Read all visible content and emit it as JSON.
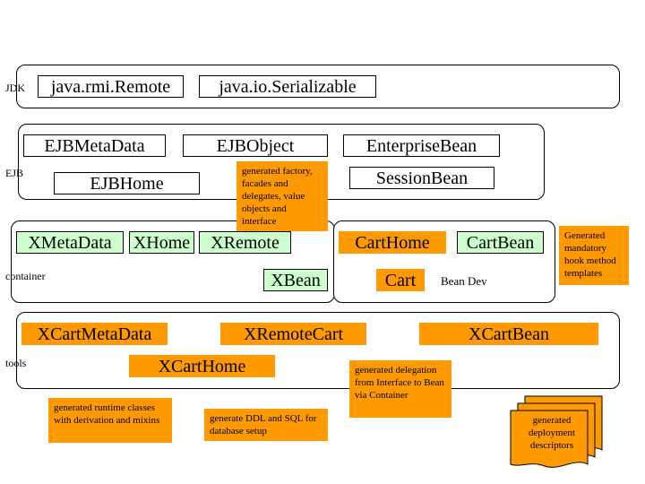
{
  "layers": {
    "jdk": {
      "label": "JDK",
      "items": [
        "java.rmi.Remote",
        "java.io.Serializable"
      ]
    },
    "ejb": {
      "label": "EJB",
      "items": [
        "EJBMetaData",
        "EJBObject",
        "EnterpriseBean",
        "EJBHome",
        "SessionBean"
      ]
    },
    "container": {
      "label": "container",
      "items": [
        "XMetaData",
        "XHome",
        "XRemote",
        "XBean"
      ]
    },
    "bean_dev": {
      "label": "Bean Dev",
      "items": [
        "CartHome",
        "CartBean",
        "Cart"
      ]
    },
    "tools": {
      "label": "tools",
      "items": [
        "XCartMetaData",
        "XRemoteCart",
        "XCartBean",
        "XCartHome"
      ]
    }
  },
  "notes": {
    "factory": "generated factory, facades and delegates, value objects and interface",
    "hooks": "Generated mandatory hook method templates",
    "delegation": "generated delegation from Interface to Bean via Container",
    "runtime": "generated runtime classes with derivation and mixins",
    "ddl": "generate DDL and SQL for database setup",
    "descriptors": "generated deployment descriptors"
  },
  "colors": {
    "generated": "#ff9900",
    "container_class": "#ccffcc",
    "framework_class": "#ffffff"
  }
}
